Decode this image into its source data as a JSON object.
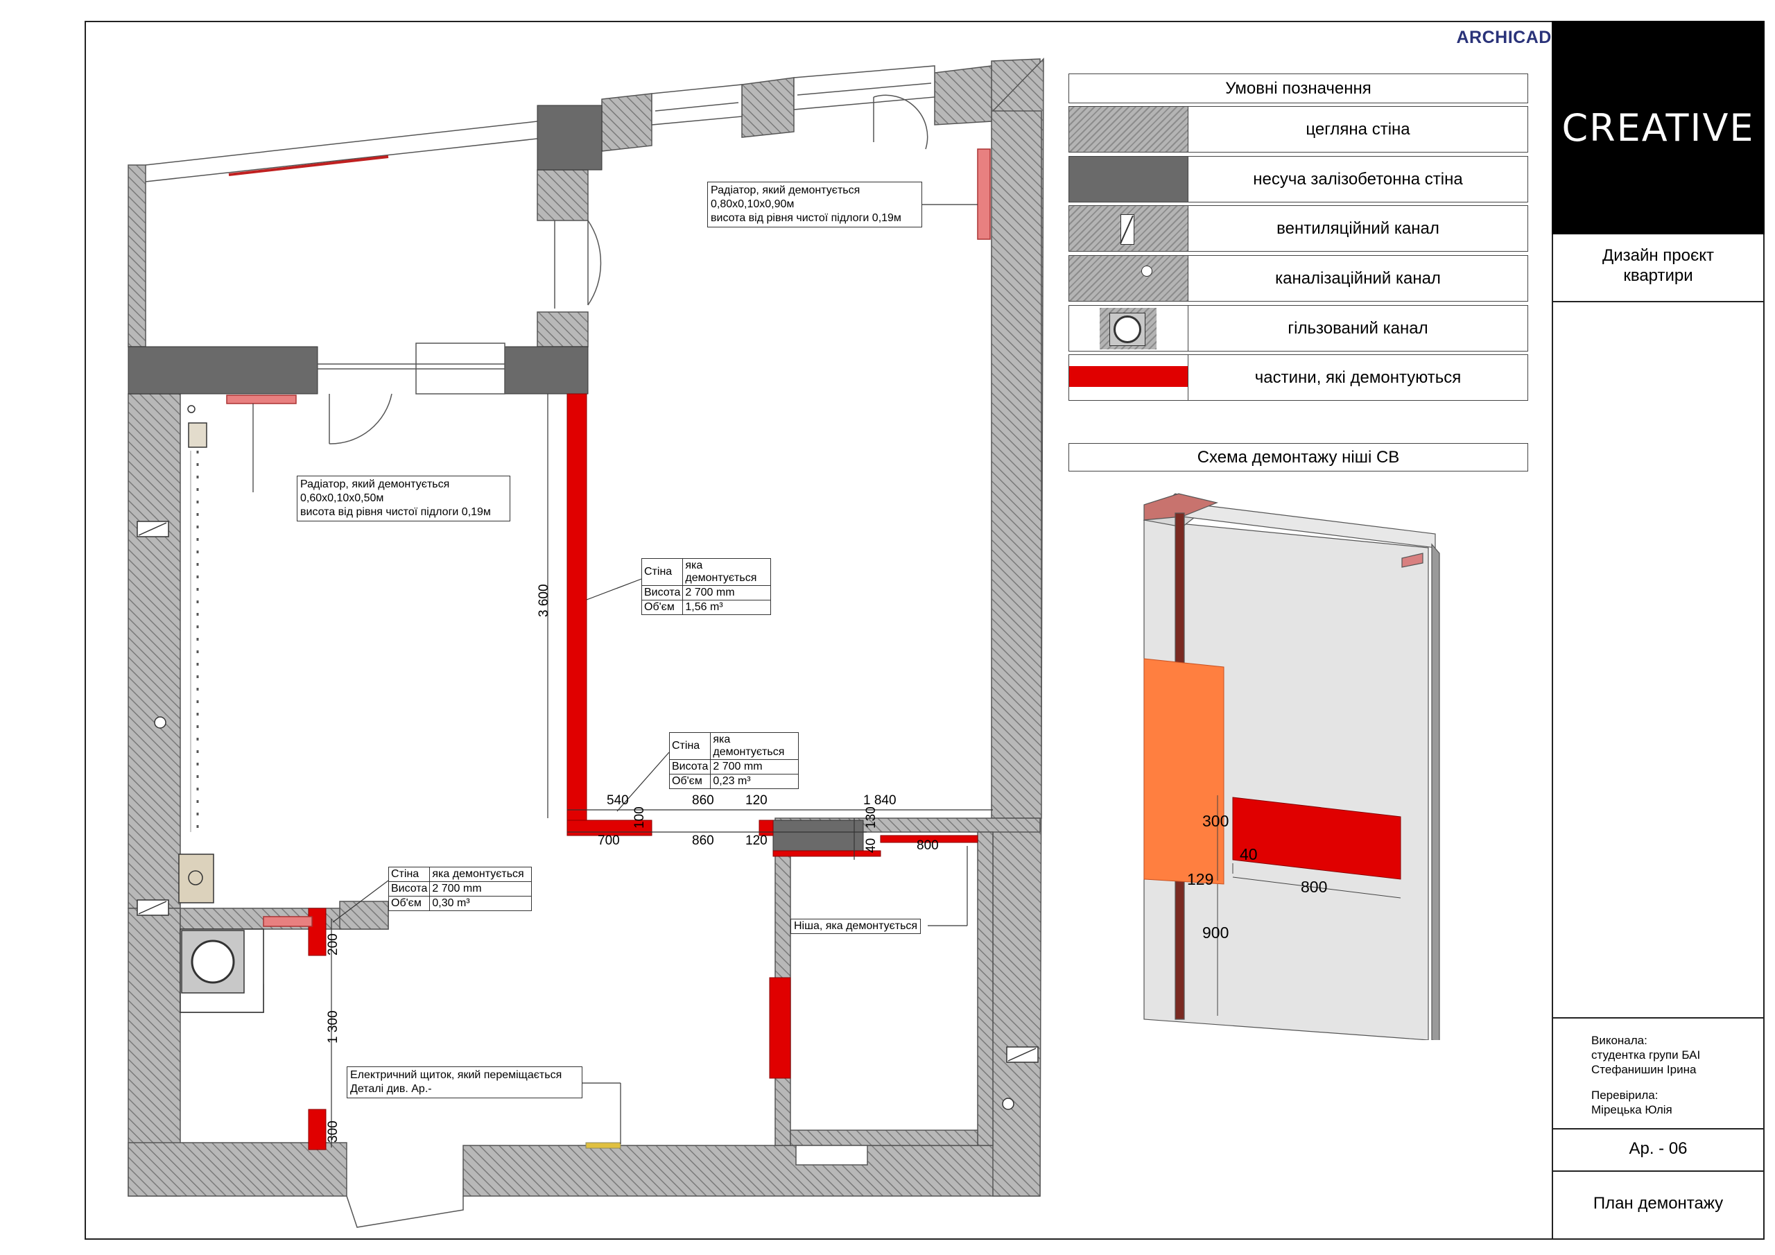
{
  "watermark": "ARCHICAD EDUCATION VERSION",
  "colors": {
    "demolish": "#e00000",
    "concrete": "#6a6a6a",
    "brick_hatch": "#a0a0a0",
    "radiator": "#e88080",
    "niche_orange": "#ff7f40",
    "watermark": "#2a3379"
  },
  "legend": {
    "title": "Умовні позначення",
    "rows": [
      {
        "label": "цегляна стіна",
        "swatch": "brick-wall-swatch"
      },
      {
        "label": "несуча залізобетонна стіна",
        "swatch": "concrete-wall-swatch"
      },
      {
        "label": "вентиляційний канал",
        "swatch": "ventilation-channel-swatch"
      },
      {
        "label": "каналізаційний канал",
        "swatch": "sewer-channel-swatch"
      },
      {
        "label": "гільзований канал",
        "swatch": "sleeved-channel-swatch"
      },
      {
        "label": "частини, які демонтуються",
        "swatch": "demolished-parts-swatch"
      }
    ]
  },
  "scheme": {
    "title": "Схема демонтажу ніші СВ",
    "dims": {
      "d300": "300",
      "d40": "40",
      "d129": "129",
      "d800": "800",
      "d900": "900"
    }
  },
  "title_block": {
    "logo": "CREATIVE",
    "project": [
      "Дизайн проєкт",
      "квартири"
    ],
    "made_by_label": "Виконала:",
    "made_by": [
      "студентка групи БАІ",
      "Стефанишин Ірина"
    ],
    "checked_label": "Перевірила:",
    "checked_by": "Мірецька Юлія",
    "sheet_no": "Ар. - 06",
    "sheet_name": "План демонтажу"
  },
  "plan": {
    "callouts": {
      "radiator_1": [
        "Радіатор, який демонтується",
        "0,80х0,10х0,90м",
        "висота від рівня чистої підлоги 0,19м"
      ],
      "radiator_2": [
        "Радіатор, який демонтується",
        "0,60х0,10х0,50м",
        "висота від рівня чистої підлоги 0,19м"
      ],
      "wall_1": {
        "head": [
          "Стіна",
          "яка демонтується"
        ],
        "rows": [
          [
            "Висота",
            "2 700 mm"
          ],
          [
            "Об'єм",
            "1,56 m³"
          ]
        ]
      },
      "wall_2": {
        "head": [
          "Стіна",
          "яка демонтується"
        ],
        "rows": [
          [
            "Висота",
            "2 700 mm"
          ],
          [
            "Об'єм",
            "0,23 m³"
          ]
        ]
      },
      "wall_3": {
        "head": [
          "Стіна",
          "яка демонтується"
        ],
        "rows": [
          [
            "Висота",
            "2 700 mm"
          ],
          [
            "Об'єм",
            "0,30 m³"
          ]
        ]
      },
      "niche": "Ніша, яка демонтується",
      "panel": [
        "Електричний щиток, який переміщається",
        "Деталі див. Ар.-"
      ]
    },
    "dims": {
      "d3600": "3 600",
      "d540": "540",
      "d860a": "860",
      "d120a": "120",
      "d1840": "1 840",
      "d700": "700",
      "d860b": "860",
      "d120b": "120",
      "d800": "800",
      "d100": "100",
      "d40": "40",
      "d130": "130",
      "d200": "200",
      "d1300": "1 300",
      "d300": "300"
    }
  }
}
